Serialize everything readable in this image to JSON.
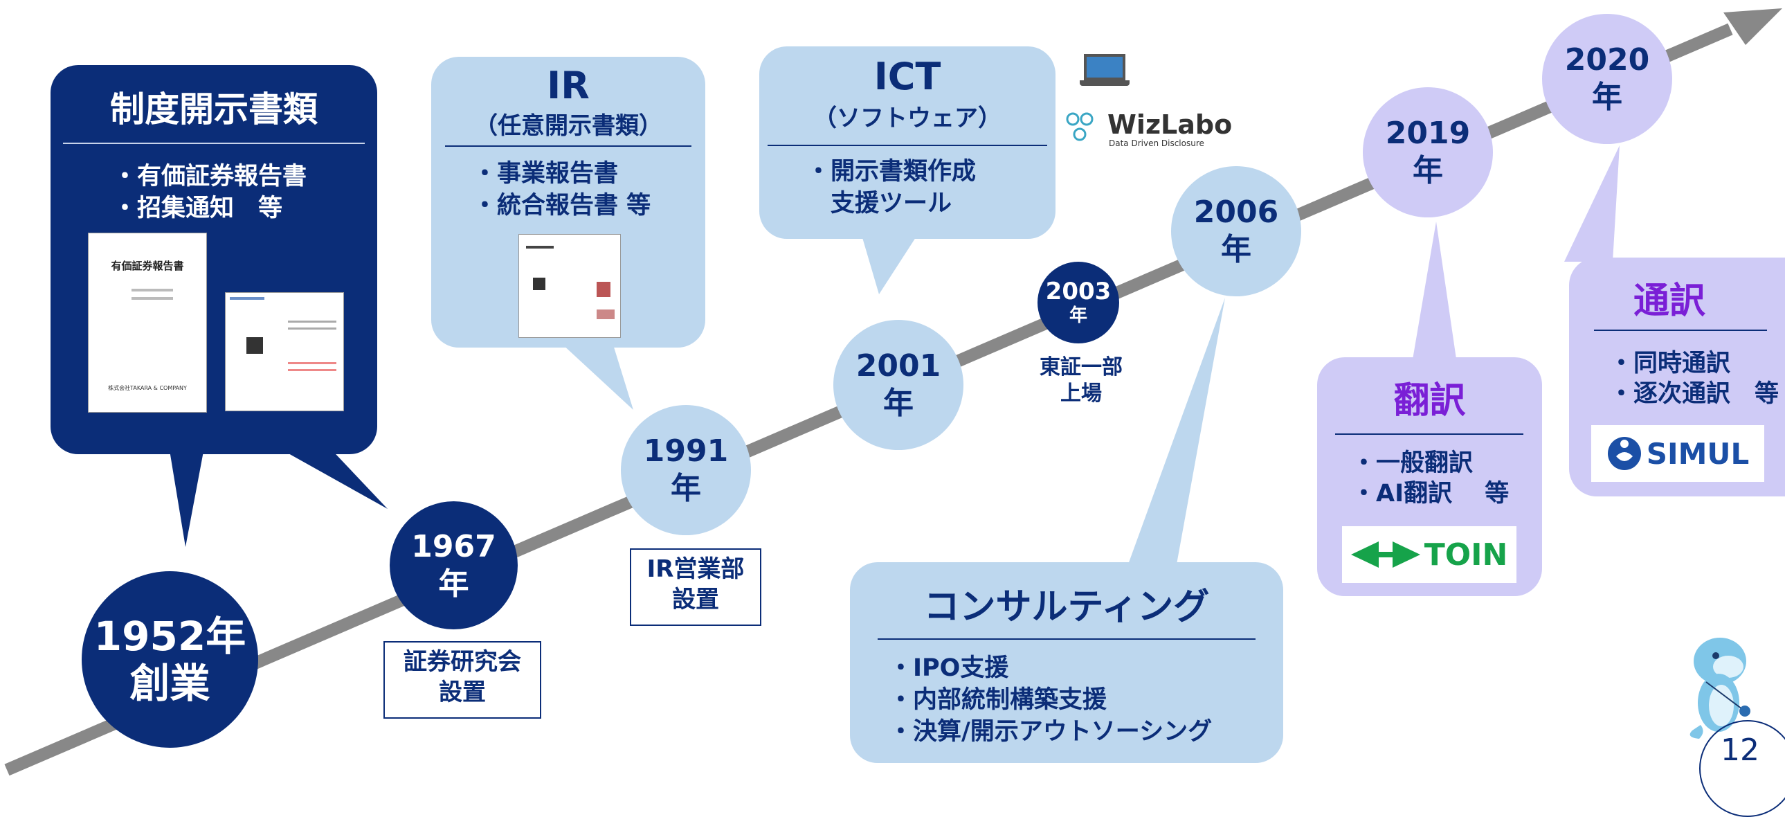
{
  "founding": {
    "year": "1952年",
    "label": "創業"
  },
  "statutory": {
    "title": "制度開示書類",
    "items": [
      "・有価証券報告書",
      "・招集通知　等"
    ],
    "doc_title": "有価証券報告書",
    "doc_company": "株式会社TAKARA & COMPANY"
  },
  "y1967": {
    "year": "1967",
    "unit": "年",
    "label_line1": "証券研究会",
    "label_line2": "設置"
  },
  "ir": {
    "title": "IR",
    "subtitle": "（任意開示書類）",
    "items": [
      "・事業報告書",
      "・統合報告書 等"
    ]
  },
  "y1991": {
    "year": "1991",
    "unit": "年",
    "label_line1": "IR営業部",
    "label_line2": "設置"
  },
  "ict": {
    "title": "ICT",
    "subtitle": "（ソフトウェア）",
    "items": [
      "・開示書類作成",
      "　支援ツール"
    ]
  },
  "y2001": {
    "year": "2001",
    "unit": "年"
  },
  "wizlabo": {
    "name": "WizLabo",
    "tagline": "Data Driven Disclosure"
  },
  "y2003": {
    "year": "2003",
    "unit": "年",
    "label_line1": "東証一部",
    "label_line2": "上場"
  },
  "y2006": {
    "year": "2006",
    "unit": "年"
  },
  "consulting": {
    "title": "コンサルティング",
    "items": [
      "・IPO支援",
      "・内部統制構築支援",
      "・決算/開示アウトソーシング"
    ]
  },
  "y2019": {
    "year": "2019",
    "unit": "年"
  },
  "translation": {
    "title": "翻訳",
    "items": [
      "・一般翻訳",
      "・AI翻訳　 等"
    ],
    "logo": "TOIN"
  },
  "y2020": {
    "year": "2020",
    "unit": "年"
  },
  "interpretation": {
    "title": "通訳",
    "items": [
      "・同時通訳",
      "・逐次通訳　等"
    ],
    "logo": "SIMUL"
  },
  "page_number": "12",
  "colors": {
    "navy": "#0b2d78",
    "light_blue": "#bdd7ee",
    "lavender": "#cfcbf6",
    "purple_title": "#7a1fd6",
    "arrow_gray": "#888888"
  }
}
